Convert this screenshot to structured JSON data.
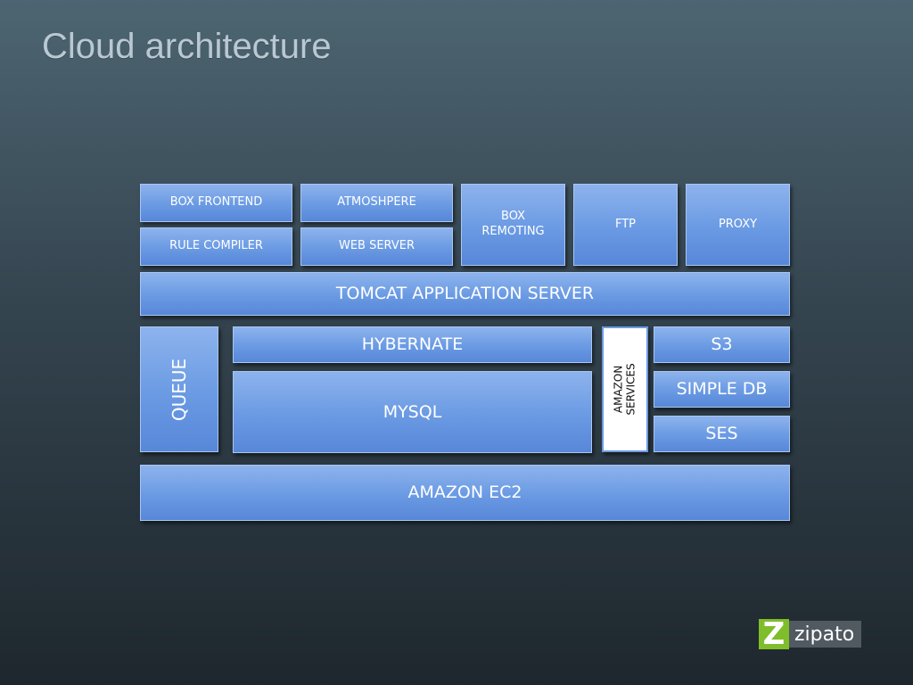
{
  "slide": {
    "title": "Cloud architecture"
  },
  "diagram": {
    "box_frontend": "BOX FRONTEND",
    "atmosphere": "ATMOSHPERE",
    "rule_compiler": "RULE COMPILER",
    "web_server": "WEB SERVER",
    "box_remoting": "BOX\nREMOTING",
    "ftp": "FTP",
    "proxy": "PROXY",
    "tomcat": "TOMCAT APPLICATION SERVER",
    "queue": "QUEUE",
    "hybernate": "HYBERNATE",
    "mysql": "MYSQL",
    "amazon_services": "AMAZON\nSERVICES",
    "s3": "S3",
    "simple_db": "SIMPLE DB",
    "ses": "SES",
    "ec2": "AMAZON EC2"
  },
  "logo": {
    "mark": "Z",
    "text": "zipato",
    "mark_color": "#7fbd2a"
  },
  "colors": {
    "box_fill": "#6a9ae3",
    "box_text": "#ffffff",
    "title": "#b9c8d2"
  }
}
